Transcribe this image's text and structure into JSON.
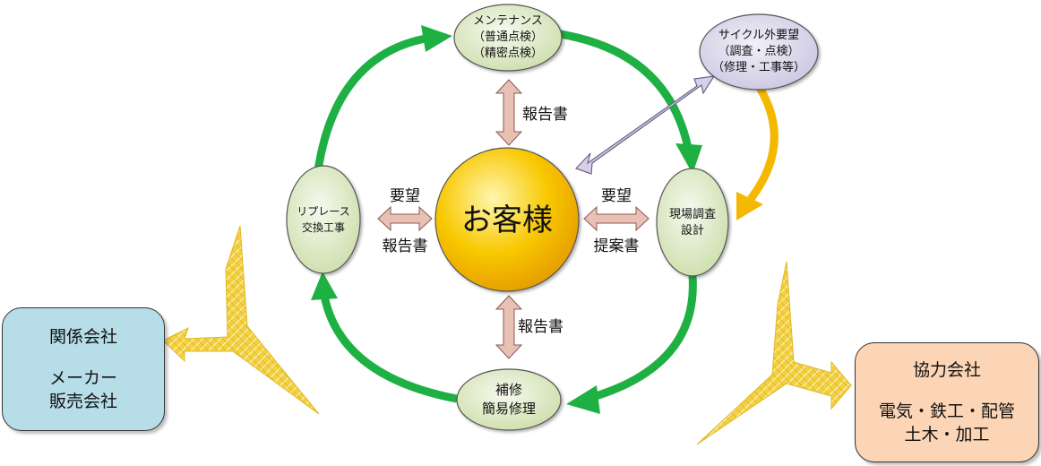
{
  "center": {
    "label": "お客様"
  },
  "nodes": {
    "maintenance": {
      "line1": "メンテナンス",
      "line2": "（普通点検）",
      "line3": "（精密点検）"
    },
    "survey": {
      "line1": "現場調査",
      "line2": "設計"
    },
    "repair": {
      "line1": "補修",
      "line2": "簡易修理"
    },
    "replace": {
      "line1": "リプレース",
      "line2": "交換工事"
    },
    "outside": {
      "line1": "サイクル外要望",
      "line2": "（調査・点検）",
      "line3": "（修理・工事等）"
    }
  },
  "arrow_labels": {
    "top": "報告書",
    "bottom": "報告書",
    "left_top": "要望",
    "left_bottom": "報告書",
    "right_top": "要望",
    "right_bottom": "提案書"
  },
  "boxes": {
    "related": {
      "title": "関係会社",
      "line1": "メーカー",
      "line2": "販売会社"
    },
    "partner": {
      "title": "協力会社",
      "line1": "電気・鉄工・配管",
      "line2": "土木・加工"
    }
  },
  "colors": {
    "cycle_arrow": "#1eb043",
    "center_fill": "#f5b700",
    "node_fill": "#dfe9c8",
    "outside_fill": "#d9d4ea",
    "double_arrow": "#e8c0b4",
    "diagonal_arrow": "#d8d0e8",
    "orange_arrow": "#f5b800",
    "pattern_arrow": "#f0cc30",
    "related_box": "#b7dde8",
    "partner_box": "#fbd5b5"
  }
}
